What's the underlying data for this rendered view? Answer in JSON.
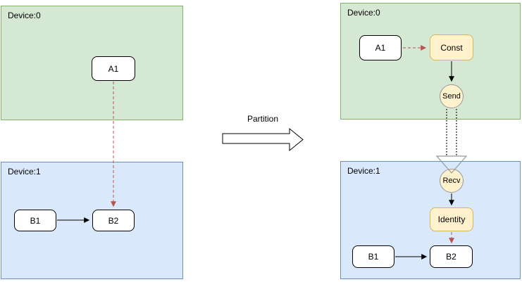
{
  "partition": {
    "label": "Partition"
  },
  "before": {
    "device0": {
      "label": "Device:0",
      "nodes": {
        "a1": "A1"
      }
    },
    "device1": {
      "label": "Device:1",
      "nodes": {
        "b1": "B1",
        "b2": "B2"
      }
    }
  },
  "after": {
    "device0": {
      "label": "Device:0",
      "nodes": {
        "a1": "A1",
        "const": "Const",
        "send": "Send"
      }
    },
    "device1": {
      "label": "Device:1",
      "nodes": {
        "recv": "Recv",
        "identity": "Identity",
        "b1": "B1",
        "b2": "B2"
      }
    }
  },
  "edges": {
    "before": [
      {
        "from": "A1",
        "to": "B2",
        "style": "dashed-red"
      },
      {
        "from": "B1",
        "to": "B2",
        "style": "solid-black"
      }
    ],
    "after": [
      {
        "from": "A1",
        "to": "Const",
        "style": "dashed-red"
      },
      {
        "from": "Const",
        "to": "Send",
        "style": "solid-black"
      },
      {
        "from": "Send",
        "to": "Recv",
        "style": "dotted-hollow-link"
      },
      {
        "from": "Recv",
        "to": "Identity",
        "style": "solid-black"
      },
      {
        "from": "Identity",
        "to": "B2",
        "style": "dashed-red"
      },
      {
        "from": "B1",
        "to": "B2",
        "style": "solid-black"
      }
    ]
  },
  "colors": {
    "device0_fill": "#d5e8d4",
    "device0_border": "#82b366",
    "device1_fill": "#dae8fc",
    "device1_border": "#6c8ebf",
    "op_fill": "#fff2cc",
    "op_border": "#d6b656",
    "circle_border": "#999999",
    "node_fill": "#ffffff",
    "node_border": "#000000",
    "dashed_edge": "#b85450",
    "solid_edge": "#000000",
    "link_outline": "#999999"
  }
}
